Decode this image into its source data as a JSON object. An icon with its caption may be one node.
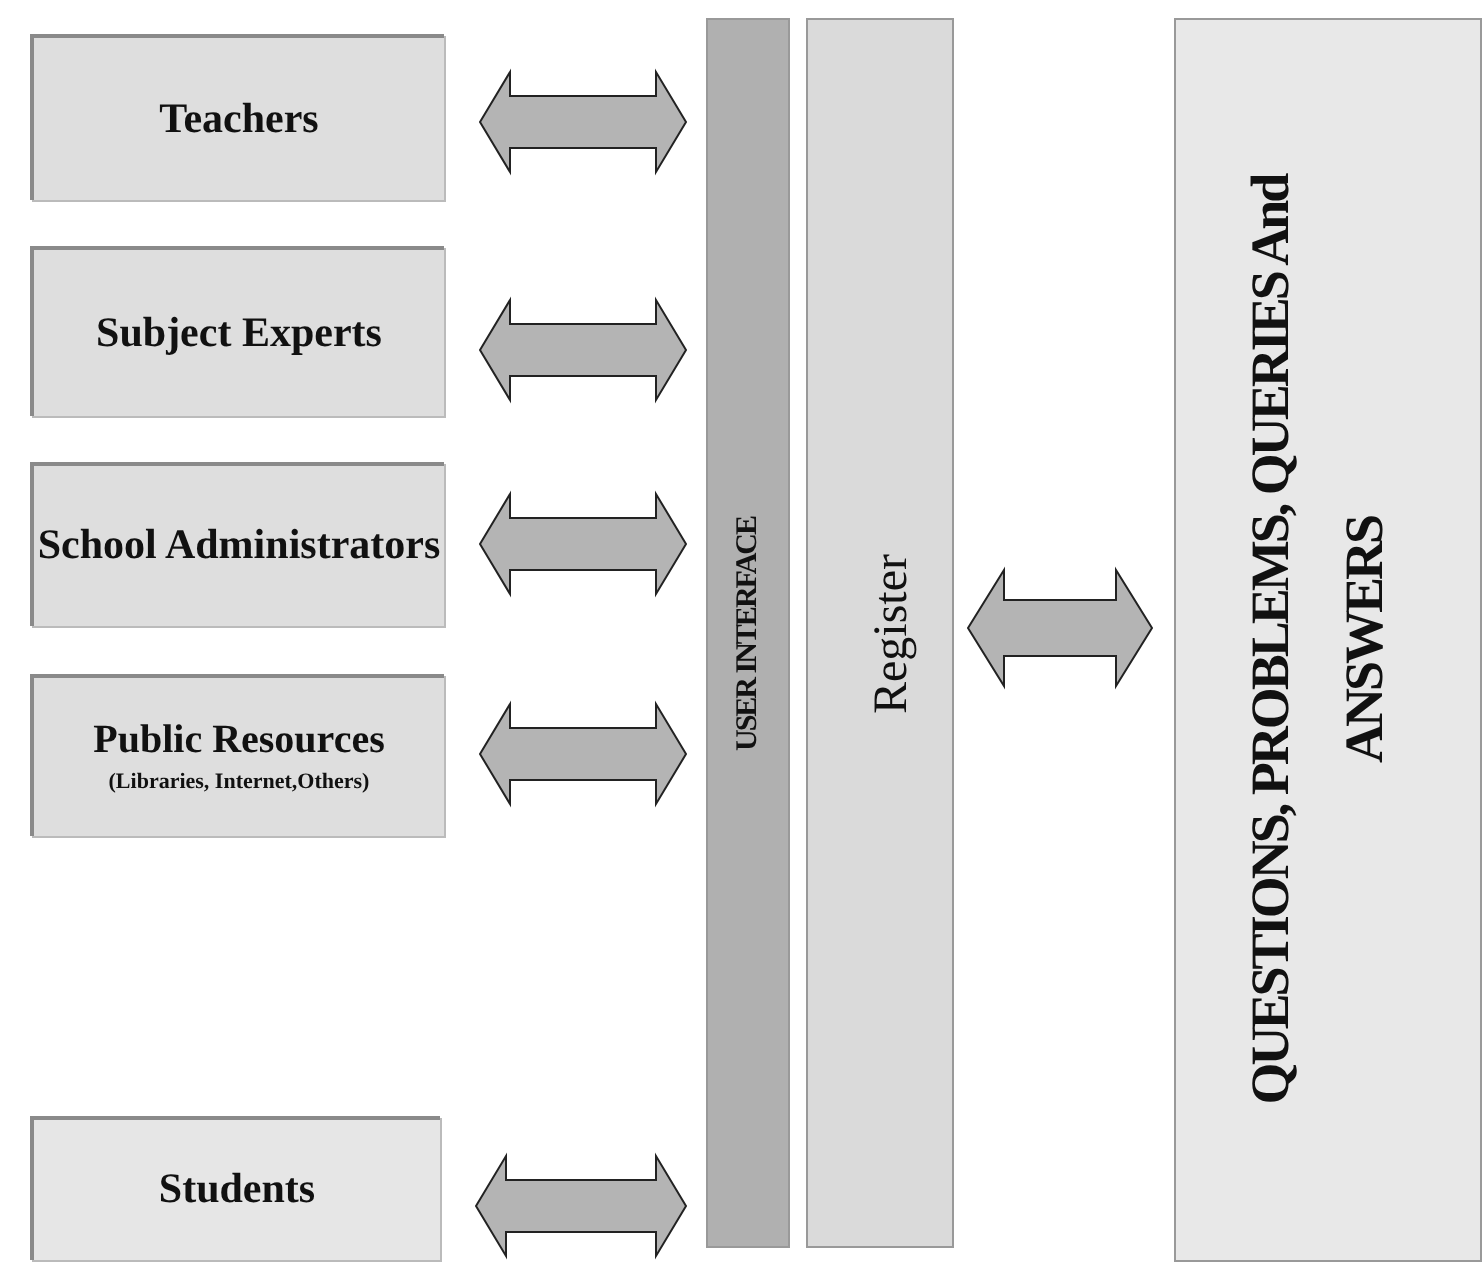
{
  "diagram": {
    "nodes": [
      {
        "text": [
          "Teachers"
        ]
      },
      {
        "text": [
          "Subject Experts"
        ]
      },
      {
        "text": [
          "School Administrators"
        ]
      },
      {
        "text": [
          "Public Resources",
          "(Libraries, Internet,Others)"
        ]
      },
      {
        "text": [
          "Students"
        ]
      },
      {
        "text": [
          "USER INTERFACE"
        ]
      },
      {
        "text": [
          "Register"
        ]
      },
      {
        "text": [
          "QUESTIONS, PROBLEMS, QUERIES And ANSWERS"
        ]
      }
    ],
    "edges": [
      {
        "from": 0,
        "to": 5,
        "arrow": "both"
      },
      {
        "from": 1,
        "to": 5,
        "arrow": "both"
      },
      {
        "from": 2,
        "to": 5,
        "arrow": "both"
      },
      {
        "from": 3,
        "to": 5,
        "arrow": "both"
      },
      {
        "from": 4,
        "to": 5,
        "arrow": "both"
      },
      {
        "from": 6,
        "to": 7,
        "arrow": "both"
      }
    ]
  }
}
